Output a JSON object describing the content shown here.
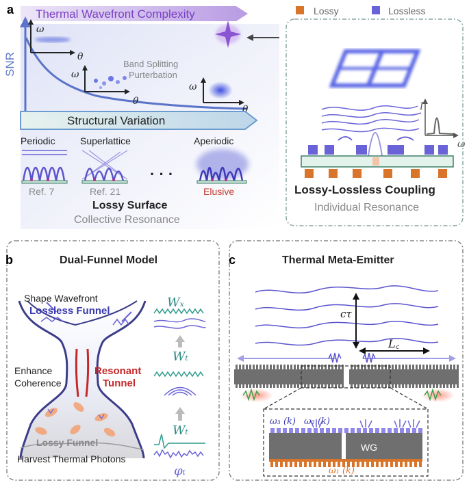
{
  "panel_a": {
    "label": "a",
    "wavefront_title": "Thermal Wavefront Complexity",
    "y_axis_label": "SNR",
    "omega": "ω",
    "theta": "θ",
    "band_text_line1": "Band Splitting",
    "band_text_line2": "Purterbation",
    "structural_variation": "Structural Variation",
    "categories": [
      {
        "name": "Periodic",
        "ref": "Ref. 7"
      },
      {
        "name": "Superlattice",
        "ref": "Ref. 21"
      },
      {
        "name": "Aperiodic",
        "ref": "Elusive"
      }
    ],
    "ellipsis": "· · ·",
    "lossy_surface": "Lossy Surface",
    "collective_resonance": "Collective Resonance",
    "legend_lossy": "Lossy",
    "legend_lossless": "Lossless",
    "coupling_title": "Lossy-Lossless Coupling",
    "individual_resonance": "Individual Resonance",
    "inset_y": "I",
    "inset_x": "ω",
    "colors": {
      "lossy": "#d9742b",
      "lossless": "#6a63d8",
      "elusive": "#c0392b",
      "funnel_text": "#3b3ab0",
      "tunnel_text": "#c62828"
    }
  },
  "panel_b": {
    "label": "b",
    "title": "Dual-Funnel Model",
    "shape_wavefront": "Shape Wavefront",
    "lossless_funnel": "Lossless Funnel",
    "enhance": "Enhance",
    "coherence": "Coherence",
    "resonant": "Resonant",
    "tunnel": "Tunnel",
    "lossy_funnel": "Lossy Funnel",
    "harvest": "Harvest Thermal Photons",
    "w_x": "Wₓ",
    "w_t1": "Wₜ",
    "w_t2": "Wₜ",
    "phi_t": "φₜ"
  },
  "panel_c": {
    "label": "c",
    "title": "Thermal Meta-Emitter",
    "c_tau": "cτ",
    "l_c": "L꜀",
    "wg": "WG",
    "omega3": "ω₃ (k)",
    "omega2": "ω₂ (k)",
    "omega1": "ω₁ (k)"
  }
}
